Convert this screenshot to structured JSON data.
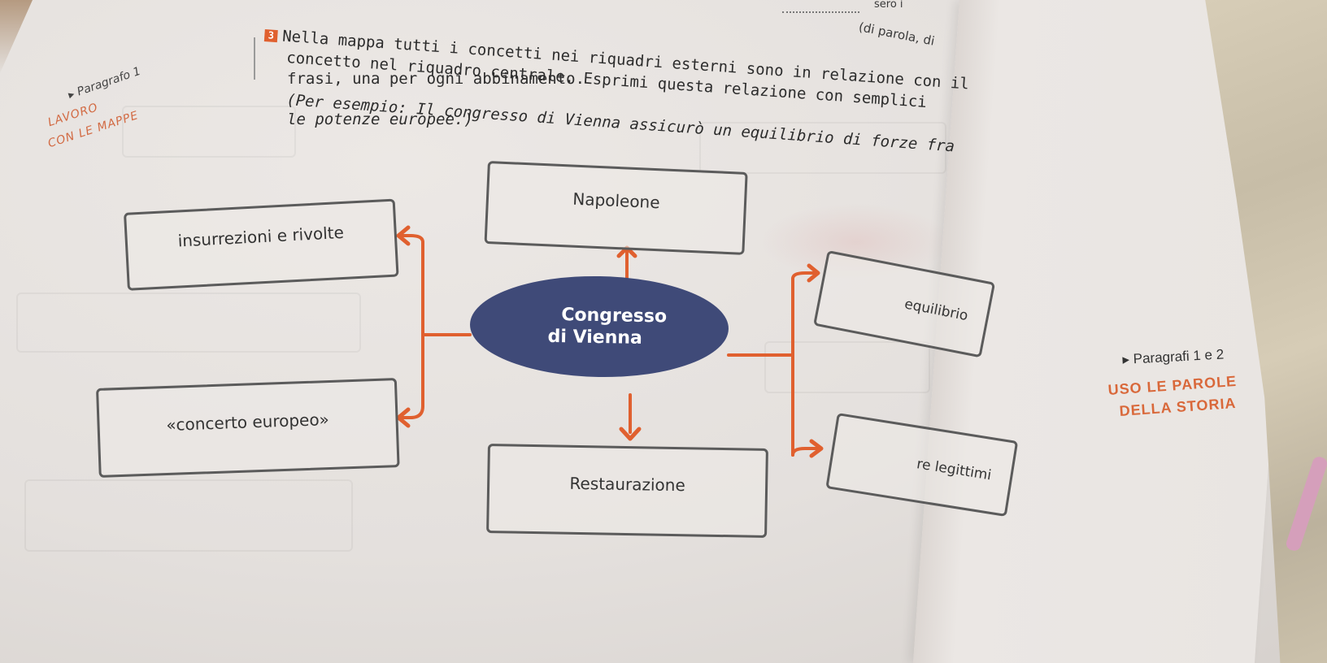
{
  "top_snippet": {
    "line1": "sero i",
    "line2": "(di parola, di"
  },
  "sidebar": {
    "paragraph_ref": "▸ Paragrafo 1",
    "work_label_1": "LAVORO",
    "work_label_2": "CON LE MAPPE"
  },
  "exercise": {
    "number": "3",
    "line1": "Nella mappa tutti i concetti nei riquadri esterni sono in relazione con il",
    "line2": "concetto nel riquadro centrale. Esprimi questa relazione con semplici",
    "line3": "frasi, una per ogni abbinamento.",
    "line4": "(Per esempio: Il congresso di Vienna assicurò un equilibrio di forze fra",
    "line5": "le potenze europee.)"
  },
  "concept_map": {
    "center_line1": "Congresso",
    "center_line2": "di Vienna",
    "nodes": {
      "top": "Napoleone",
      "left_top": "insurrezioni e rivolte",
      "left_bottom": "«concerto europeo»",
      "bottom": "Restaurazione",
      "right_top": "equilibrio",
      "right_bottom": "re legittimi"
    },
    "colors": {
      "arrow": "#e0602f",
      "center_fill": "#3f4a78",
      "box_border": "#5b5b5b"
    }
  },
  "right_page": {
    "paragraph_ref": "▸ Paragrafi 1 e 2",
    "section_line1": "USO LE PAROLE",
    "section_line2": "DELLA STORIA"
  }
}
